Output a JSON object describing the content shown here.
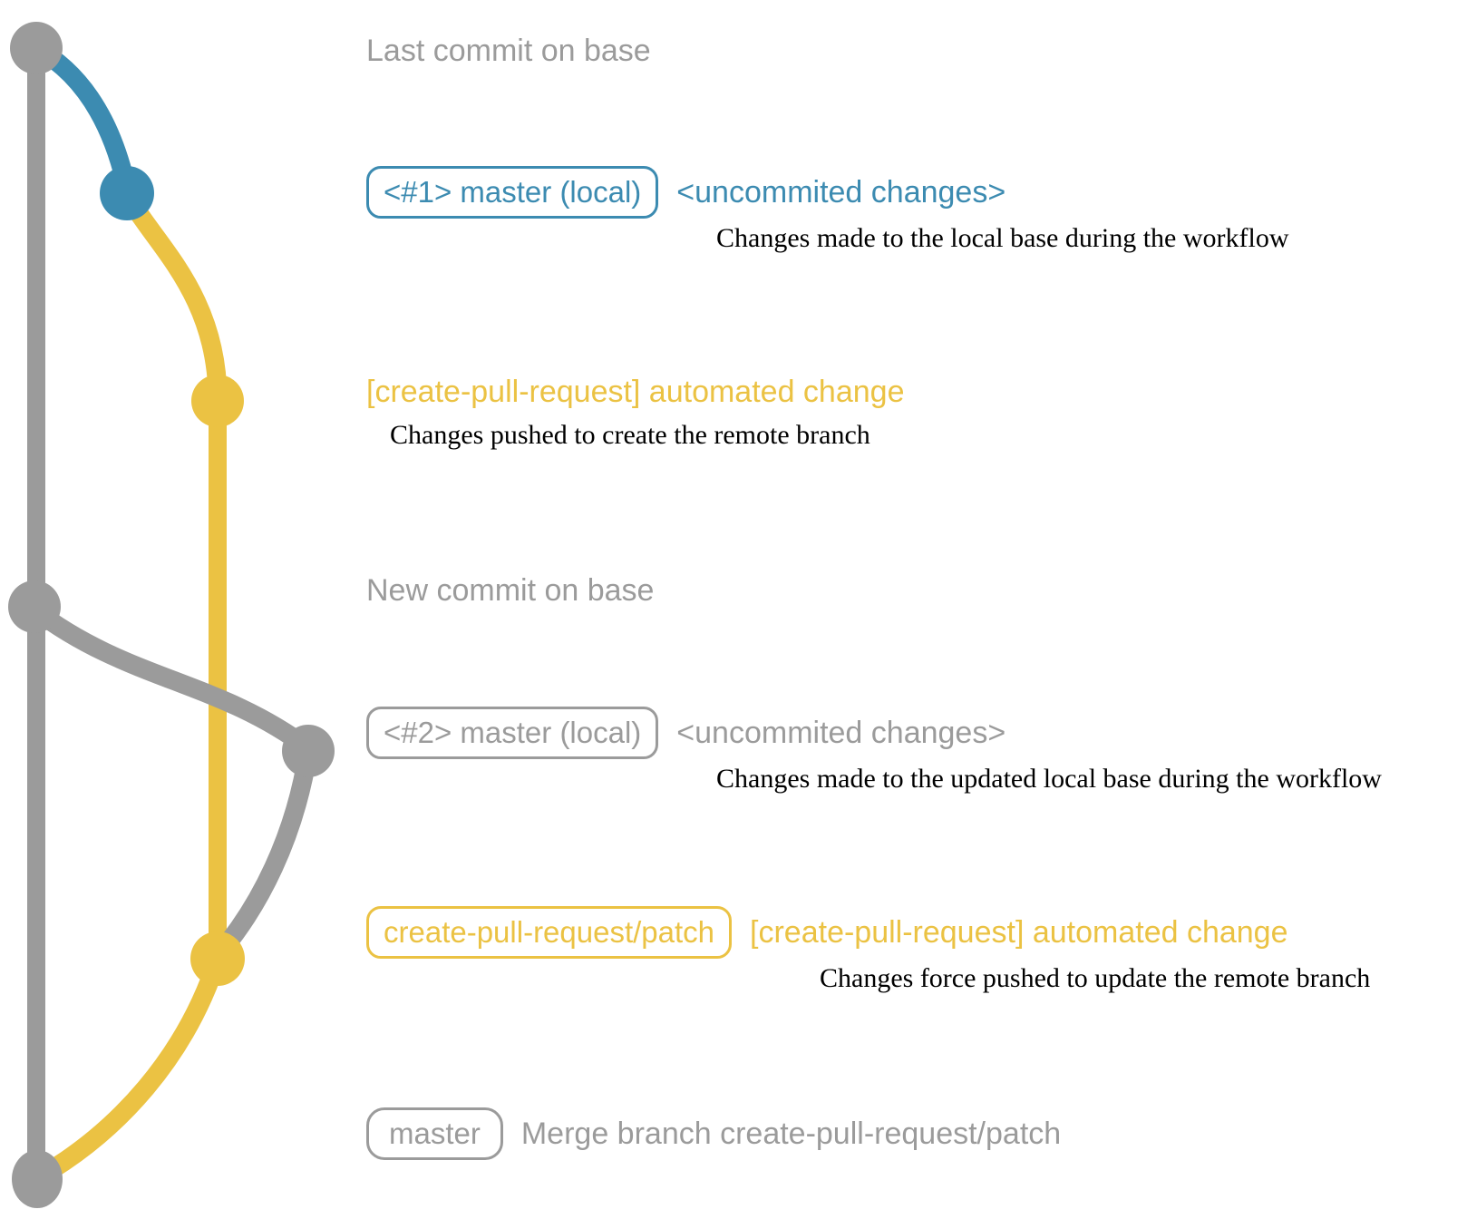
{
  "colors": {
    "gray": "#9b9b9b",
    "blue": "#3c8bb1",
    "yellow": "#ebc243",
    "desc": "#000000",
    "background": "#ffffff"
  },
  "graph": {
    "type": "git-branch-diagram",
    "branch_columns": [
      "base/master",
      "local master",
      "create-pull-request/patch"
    ],
    "nodes": [
      {
        "name": "last-commit-on-base",
        "column": "base/master",
        "color": "gray"
      },
      {
        "name": "local-workflow-commit-1",
        "column": "local master",
        "color": "blue"
      },
      {
        "name": "patch-branch-commit-1",
        "column": "create-pull-request/patch",
        "color": "yellow"
      },
      {
        "name": "new-commit-on-base",
        "column": "base/master",
        "color": "gray"
      },
      {
        "name": "local-workflow-commit-2",
        "column": "local master",
        "color": "gray"
      },
      {
        "name": "patch-branch-commit-2",
        "column": "create-pull-request/patch",
        "color": "yellow"
      },
      {
        "name": "merge-commit-on-base",
        "column": "base/master",
        "color": "gray"
      }
    ]
  },
  "annotations": {
    "row1": {
      "label": "Last commit on base"
    },
    "row2": {
      "pill": "<#1> master (local)",
      "side": "<uncommited changes>",
      "desc": "Changes made to the local base during the workflow"
    },
    "row3": {
      "side": "[create-pull-request] automated change",
      "desc": "Changes pushed to create the remote branch"
    },
    "row4": {
      "label": "New commit on base"
    },
    "row5": {
      "pill": "<#2> master (local)",
      "side": "<uncommited changes>",
      "desc": "Changes made to the updated local base during the workflow"
    },
    "row6": {
      "pill": "create-pull-request/patch",
      "side": "[create-pull-request] automated change",
      "desc": "Changes force pushed to update the remote branch"
    },
    "row7": {
      "pill": "master",
      "side": "Merge branch create-pull-request/patch"
    }
  }
}
